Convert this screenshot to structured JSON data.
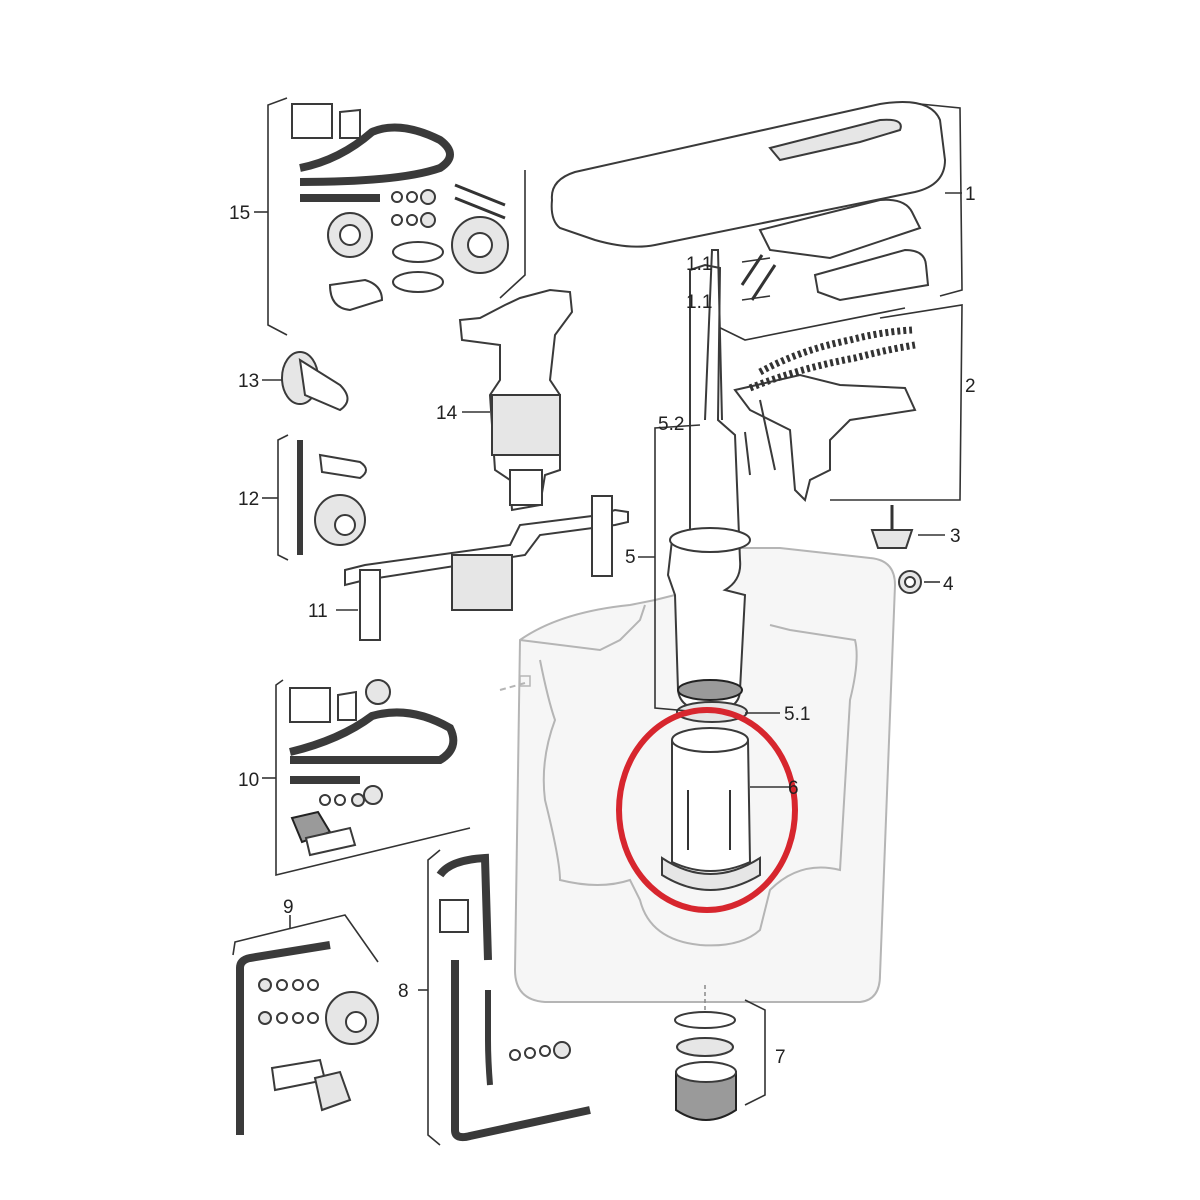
{
  "diagram": {
    "labels": {
      "p1": "1",
      "p1_1a": "1.1",
      "p1_1b": "1.1",
      "p2": "2",
      "p3": "3",
      "p4": "4",
      "p5": "5",
      "p5_1": "5.1",
      "p5_2": "5.2",
      "p6": "6",
      "p7": "7",
      "p8": "8",
      "p9": "9",
      "p10": "10",
      "p11": "11",
      "p12": "12",
      "p13": "13",
      "p14": "14",
      "p15": "15"
    },
    "highlight_color": "#d7262e",
    "highlighted_part": "6"
  }
}
